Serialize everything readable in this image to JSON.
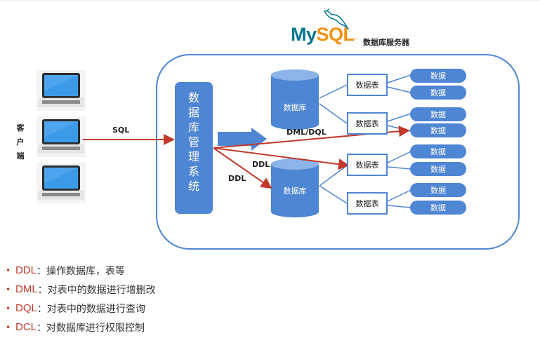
{
  "header": {
    "logo_text_my": "My",
    "logo_text_sql": "SQL",
    "logo_tm": "™",
    "server_label": "数据库服务器"
  },
  "client": {
    "label_chars": [
      "客",
      "户",
      "端"
    ],
    "laptop_count": 3
  },
  "dbms": {
    "label_chars": [
      "数",
      "据",
      "库",
      "管",
      "理",
      "系",
      "统"
    ]
  },
  "databases": [
    {
      "label": "数据库"
    },
    {
      "label": "数据库"
    }
  ],
  "tables": [
    {
      "label": "数据表",
      "rows": [
        "数据",
        "数据"
      ]
    },
    {
      "label": "数据表",
      "rows": [
        "数据",
        "数据"
      ]
    },
    {
      "label": "数据表",
      "rows": [
        "数据",
        "数据"
      ]
    },
    {
      "label": "数据表",
      "rows": [
        "数据",
        "数据"
      ]
    }
  ],
  "edges": {
    "sql": "SQL",
    "dml_dql": "DML/DQL",
    "ddl_1": "DDL",
    "ddl_2": "DDL"
  },
  "colors": {
    "primary_blue": "#4f86d4",
    "arrow_red": "#c0392b",
    "mysql_teal": "#00758f",
    "mysql_orange": "#f29111"
  },
  "legend": [
    {
      "key": "DDL",
      "sep": "：",
      "desc": "操作数据库，表等"
    },
    {
      "key": "DML",
      "sep": "：",
      "desc": "对表中的数据进行增删改"
    },
    {
      "key": "DQL",
      "sep": "：",
      "desc": "对表中的数据进行查询"
    },
    {
      "key": "DCL",
      "sep": "：",
      "desc": "对数据库进行权限控制"
    }
  ]
}
